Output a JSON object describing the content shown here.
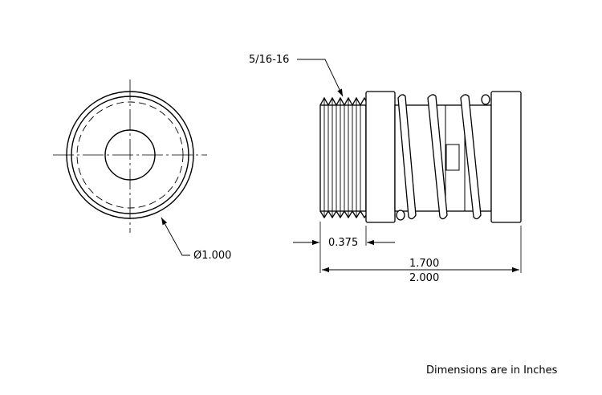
{
  "labels": {
    "thread": "5/16-16",
    "diameter": "Ø1.000",
    "thread_length": "0.375",
    "length_1": "1.700",
    "length_2": "2.000"
  },
  "footer": "Dimensions are in Inches",
  "colors": {
    "line": "#000000",
    "background": "#ffffff"
  }
}
